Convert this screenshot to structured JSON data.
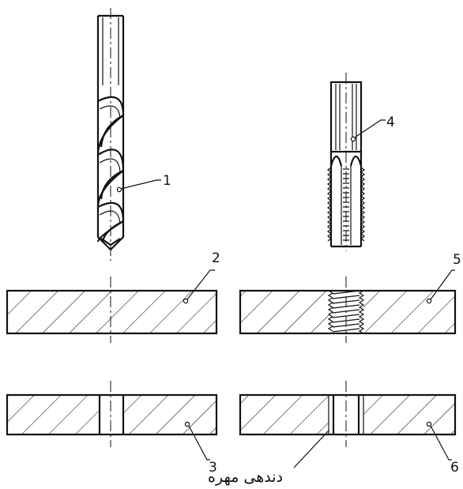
{
  "callouts": {
    "drill": "1",
    "plate_blank": "2",
    "plate_drilled": "3",
    "tap": "4",
    "plate_threaded_section": "5",
    "plate_threaded_view": "6"
  },
  "caption": "دندهی مهره"
}
